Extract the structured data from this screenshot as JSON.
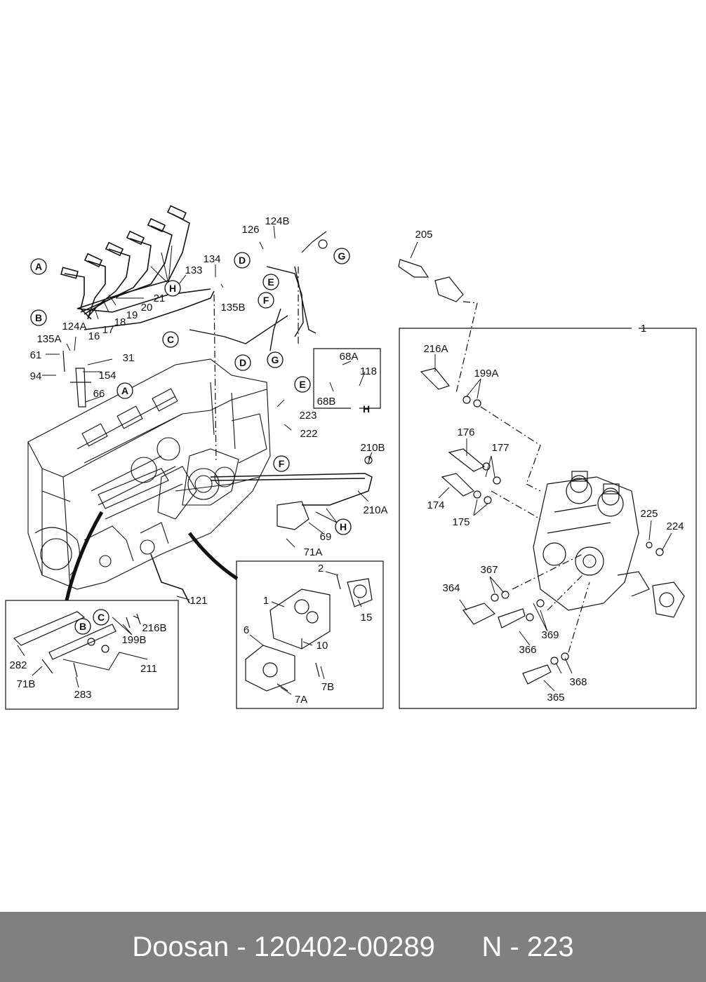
{
  "labels": {
    "n205": "205",
    "n126": "126",
    "n124b": "124B",
    "n134": "134",
    "n133": "133",
    "n135b": "135B",
    "n21": "21",
    "n20": "20",
    "n19": "19",
    "n18": "18",
    "n17": "17",
    "n16": "16",
    "n124a": "124A",
    "n135a": "135A",
    "n61": "61",
    "n31": "31",
    "n154": "154",
    "n94": "94",
    "n66": "66",
    "n68a": "68A",
    "n118": "118",
    "n68b": "68B",
    "n223": "223",
    "n222": "222",
    "n210b": "210B",
    "n210a": "210A",
    "n69": "69",
    "n71a": "71A",
    "n121": "121",
    "n1_main": "1",
    "n216a": "216A",
    "n199a": "199A",
    "n176": "176",
    "n177": "177",
    "n174": "174",
    "n175": "175",
    "n225": "225",
    "n224": "224",
    "n367": "367",
    "n364": "364",
    "n369": "369",
    "n366": "366",
    "n368": "368",
    "n365": "365",
    "n2": "2",
    "n1_pump": "1",
    "n15": "15",
    "n6": "6",
    "n10": "10",
    "n7b": "7B",
    "n7a": "7A",
    "n216b": "216B",
    "n199b": "199B",
    "n282": "282",
    "n211": "211",
    "n71b": "71B",
    "n283": "283"
  },
  "letters": {
    "a": "A",
    "b": "B",
    "c": "C",
    "d": "D",
    "e": "E",
    "f": "F",
    "g": "G",
    "h": "H"
  },
  "footer": {
    "brand": "Doosan",
    "separator": "-",
    "part_number": "120402-00289",
    "page_code": "N - 223"
  }
}
